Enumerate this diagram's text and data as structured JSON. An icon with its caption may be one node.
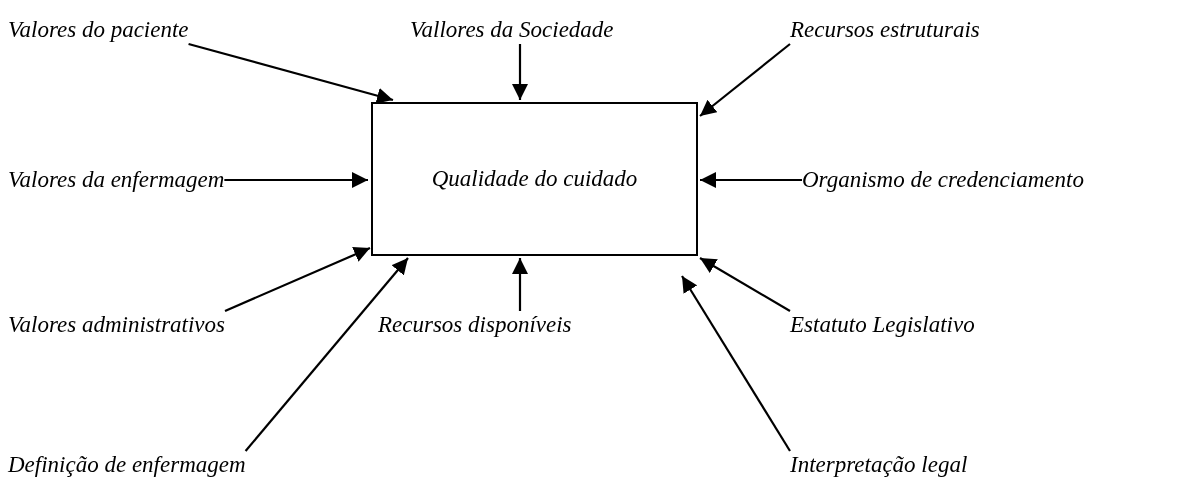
{
  "diagram": {
    "nodes": [
      {
        "text": [
          "Qualidade do cuidado"
        ]
      },
      {
        "text": [
          "Valores do paciente"
        ]
      },
      {
        "text": [
          "Vallores da Sociedade"
        ]
      },
      {
        "text": [
          "Recursos estruturais"
        ]
      },
      {
        "text": [
          "Valores da enfermagem"
        ]
      },
      {
        "text": [
          "Organismo de credenciamento"
        ]
      },
      {
        "text": [
          "Valores administrativos"
        ]
      },
      {
        "text": [
          "Recursos disponíveis"
        ]
      },
      {
        "text": [
          "Estatuto Legislativo"
        ]
      },
      {
        "text": [
          "Definição de enfermagem"
        ]
      },
      {
        "text": [
          "Interpretação legal"
        ]
      }
    ],
    "edges": [
      {
        "from": 1,
        "to": 0,
        "arrow": "to"
      },
      {
        "from": 2,
        "to": 0,
        "arrow": "to"
      },
      {
        "from": 3,
        "to": 0,
        "arrow": "to"
      },
      {
        "from": 4,
        "to": 0,
        "arrow": "to"
      },
      {
        "from": 5,
        "to": 0,
        "arrow": "to"
      },
      {
        "from": 6,
        "to": 0,
        "arrow": "to"
      },
      {
        "from": 7,
        "to": 0,
        "arrow": "to"
      },
      {
        "from": 8,
        "to": 0,
        "arrow": "to"
      },
      {
        "from": 9,
        "to": 0,
        "arrow": "to"
      },
      {
        "from": 10,
        "to": 0,
        "arrow": "to"
      }
    ]
  }
}
